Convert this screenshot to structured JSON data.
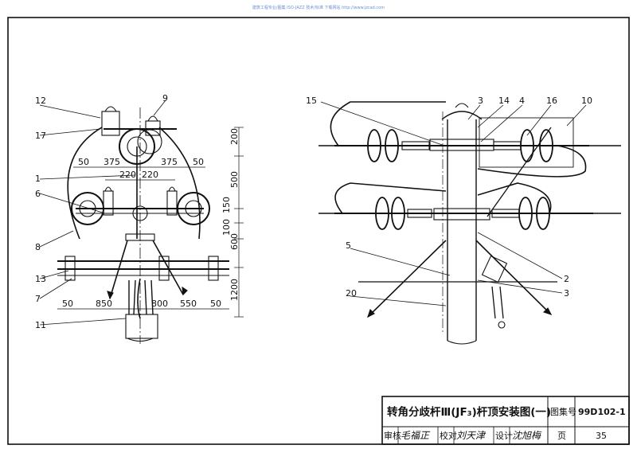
{
  "watermark": "建筑工程专业/图集 ISO-JAZZ 技术/标准 下载网站 http://www.jzcad.com",
  "left_view": {
    "callouts": [
      "12",
      "17",
      "1",
      "6",
      "8",
      "13",
      "7",
      "11",
      "9"
    ],
    "dims_top": [
      "50",
      "375",
      "375",
      "50"
    ],
    "dims_mid": [
      "220",
      "220"
    ],
    "dims_bottom": [
      "50",
      "850",
      "800",
      "550",
      "50"
    ],
    "dims_vertical": [
      "200",
      "500",
      "150",
      "100",
      "600",
      "1200"
    ]
  },
  "right_view": {
    "callouts_top": [
      "15",
      "3",
      "14",
      "4",
      "16",
      "10"
    ],
    "callouts_side": [
      "5",
      "20",
      "2",
      "3"
    ]
  },
  "title_block": {
    "title": "转角分歧杆Ⅲ(JF₃)杆顶安装图(一)",
    "atlas_label": "图集号",
    "atlas_no": "99D102-1",
    "review_label": "审核",
    "review_sig": "毛福正",
    "check_label": "校对",
    "check_sig": "刘天津",
    "design_label": "设计",
    "design_sig": "沈旭梅",
    "page_label": "页",
    "page_no": "35"
  }
}
